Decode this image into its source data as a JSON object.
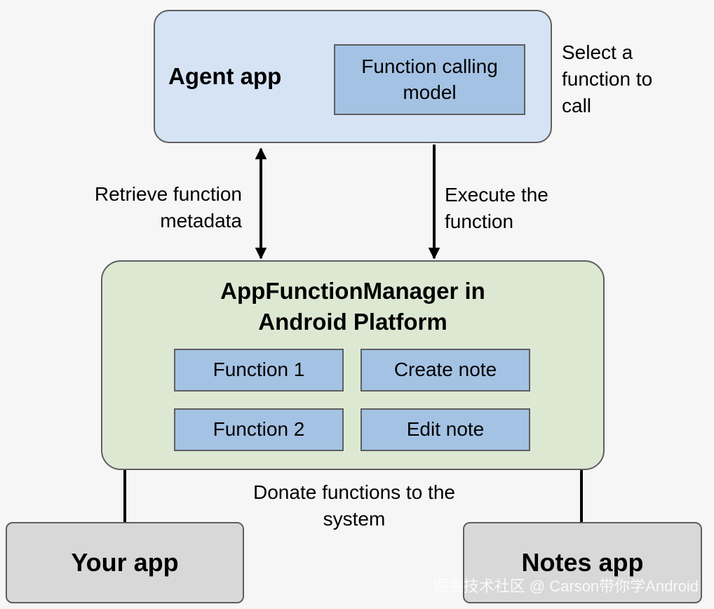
{
  "agent_app": {
    "title": "Agent app",
    "model_label": "Function calling model"
  },
  "labels": {
    "select_function": "Select a function to call",
    "retrieve_metadata": "Retrieve function metadata",
    "execute_function": "Execute the function",
    "donate_functions": "Donate functions to the system"
  },
  "platform": {
    "title": "AppFunctionManager in Android Platform",
    "functions": [
      "Function 1",
      "Function 2",
      "Create note",
      "Edit note"
    ]
  },
  "apps": {
    "your_app": "Your app",
    "notes_app": "Notes app"
  },
  "watermark": "掘金技术社区 @ Carson带你学Android",
  "colors": {
    "agent_fill": "#d5e3f5",
    "platform_fill": "#dde8d3",
    "function_fill": "#a4c2e3",
    "app_fill": "#d8d8d8"
  }
}
